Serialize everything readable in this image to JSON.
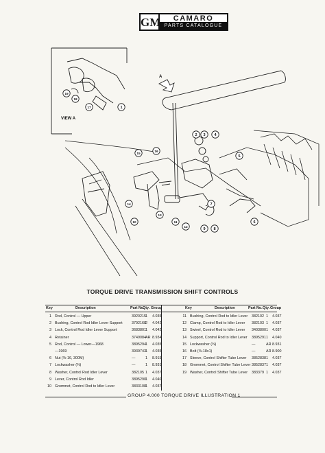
{
  "header": {
    "logo": "GM",
    "title": "CAMARO",
    "subtitle": "PARTS CATALOGUE"
  },
  "diagram": {
    "view_label": "VIEW A",
    "arrow_label": "A",
    "callouts": [
      "1",
      "2",
      "3",
      "4",
      "5",
      "6",
      "7",
      "8",
      "9",
      "10",
      "11",
      "12",
      "13",
      "14",
      "15",
      "16",
      "17",
      "18",
      "19"
    ]
  },
  "section_title": "TORQUE DRIVE TRANSMISSION SHIFT CONTROLS",
  "table_headers": {
    "key": "Key",
    "description": "Description",
    "part_no": "Part No.",
    "qty": "Qty.",
    "group": "Group"
  },
  "left_rows": [
    {
      "key": "1",
      "desc": "Rod, Control — Upper",
      "part": "3920215",
      "qty": "1",
      "group": "4.035"
    },
    {
      "key": "2",
      "desc": "Bushing, Control Rod Idler Lever Support",
      "part": "3792168",
      "qty": "2",
      "group": "4.042"
    },
    {
      "key": "3",
      "desc": "Lock, Control Rod Idler Lever Support",
      "part": "3683801",
      "qty": "1",
      "group": "4.042"
    },
    {
      "key": "4",
      "desc": "Retainer",
      "part": "3749084",
      "qty": "AR",
      "group": "8.934"
    },
    {
      "key": "5",
      "desc": "Rod, Control — Lower—1968",
      "part": "3895294",
      "qty": "1",
      "group": "4.035"
    },
    {
      "key": "",
      "desc": "—1969",
      "part": "3939743",
      "qty": "1",
      "group": "4.035"
    },
    {
      "key": "6",
      "desc": "Nut (⅜-16, 300M)",
      "part": "—",
      "qty": "1",
      "group": "8.915"
    },
    {
      "key": "7",
      "desc": "Lockwasher (⅜)",
      "part": "—",
      "qty": "1",
      "group": "8.931"
    },
    {
      "key": "8",
      "desc": "Washer, Control Rod Idler Lever",
      "part": "382105",
      "qty": "1",
      "group": "4.037"
    },
    {
      "key": "9",
      "desc": "Lever, Control Rod Idler",
      "part": "3895290",
      "qty": "1",
      "group": "4.040"
    },
    {
      "key": "10",
      "desc": "Grommet, Control Rod to Idler Lever",
      "part": "3833108",
      "qty": "1",
      "group": "4.037"
    }
  ],
  "right_rows": [
    {
      "key": "11",
      "desc": "Bushing, Control Rod to Idler Lever",
      "part": "382102",
      "qty": "1",
      "group": "4.037"
    },
    {
      "key": "12",
      "desc": "Clamp, Control Rod to Idler Lever",
      "part": "382103",
      "qty": "1",
      "group": "4.037"
    },
    {
      "key": "13",
      "desc": "Swivel, Control Rod to Idler Lever",
      "part": "3403800",
      "qty": "1",
      "group": "4.037"
    },
    {
      "key": "14",
      "desc": "Support, Control Rod to Idler Lever",
      "part": "3895291",
      "qty": "1",
      "group": "4.040"
    },
    {
      "key": "15",
      "desc": "Lockwasher (⅜)",
      "part": "—",
      "qty": "AR",
      "group": "8.931"
    },
    {
      "key": "16",
      "desc": "Bolt (⅜-18x1)",
      "part": "—",
      "qty": "AR",
      "group": "8.900"
    },
    {
      "key": "17",
      "desc": "Sleeve, Control Shifter Tube Lever",
      "part": "3852838",
      "qty": "1",
      "group": "4.037"
    },
    {
      "key": "18",
      "desc": "Grommet, Control Shifter Tube Lever",
      "part": "3852837",
      "qty": "1",
      "group": "4.037"
    },
    {
      "key": "19",
      "desc": "Washer, Control Shifter Tube Lever",
      "part": "383379",
      "qty": "1",
      "group": "4.037"
    }
  ],
  "footer": "GROUP 4.000 TORQUE DRIVE ILLUSTRATION 1"
}
